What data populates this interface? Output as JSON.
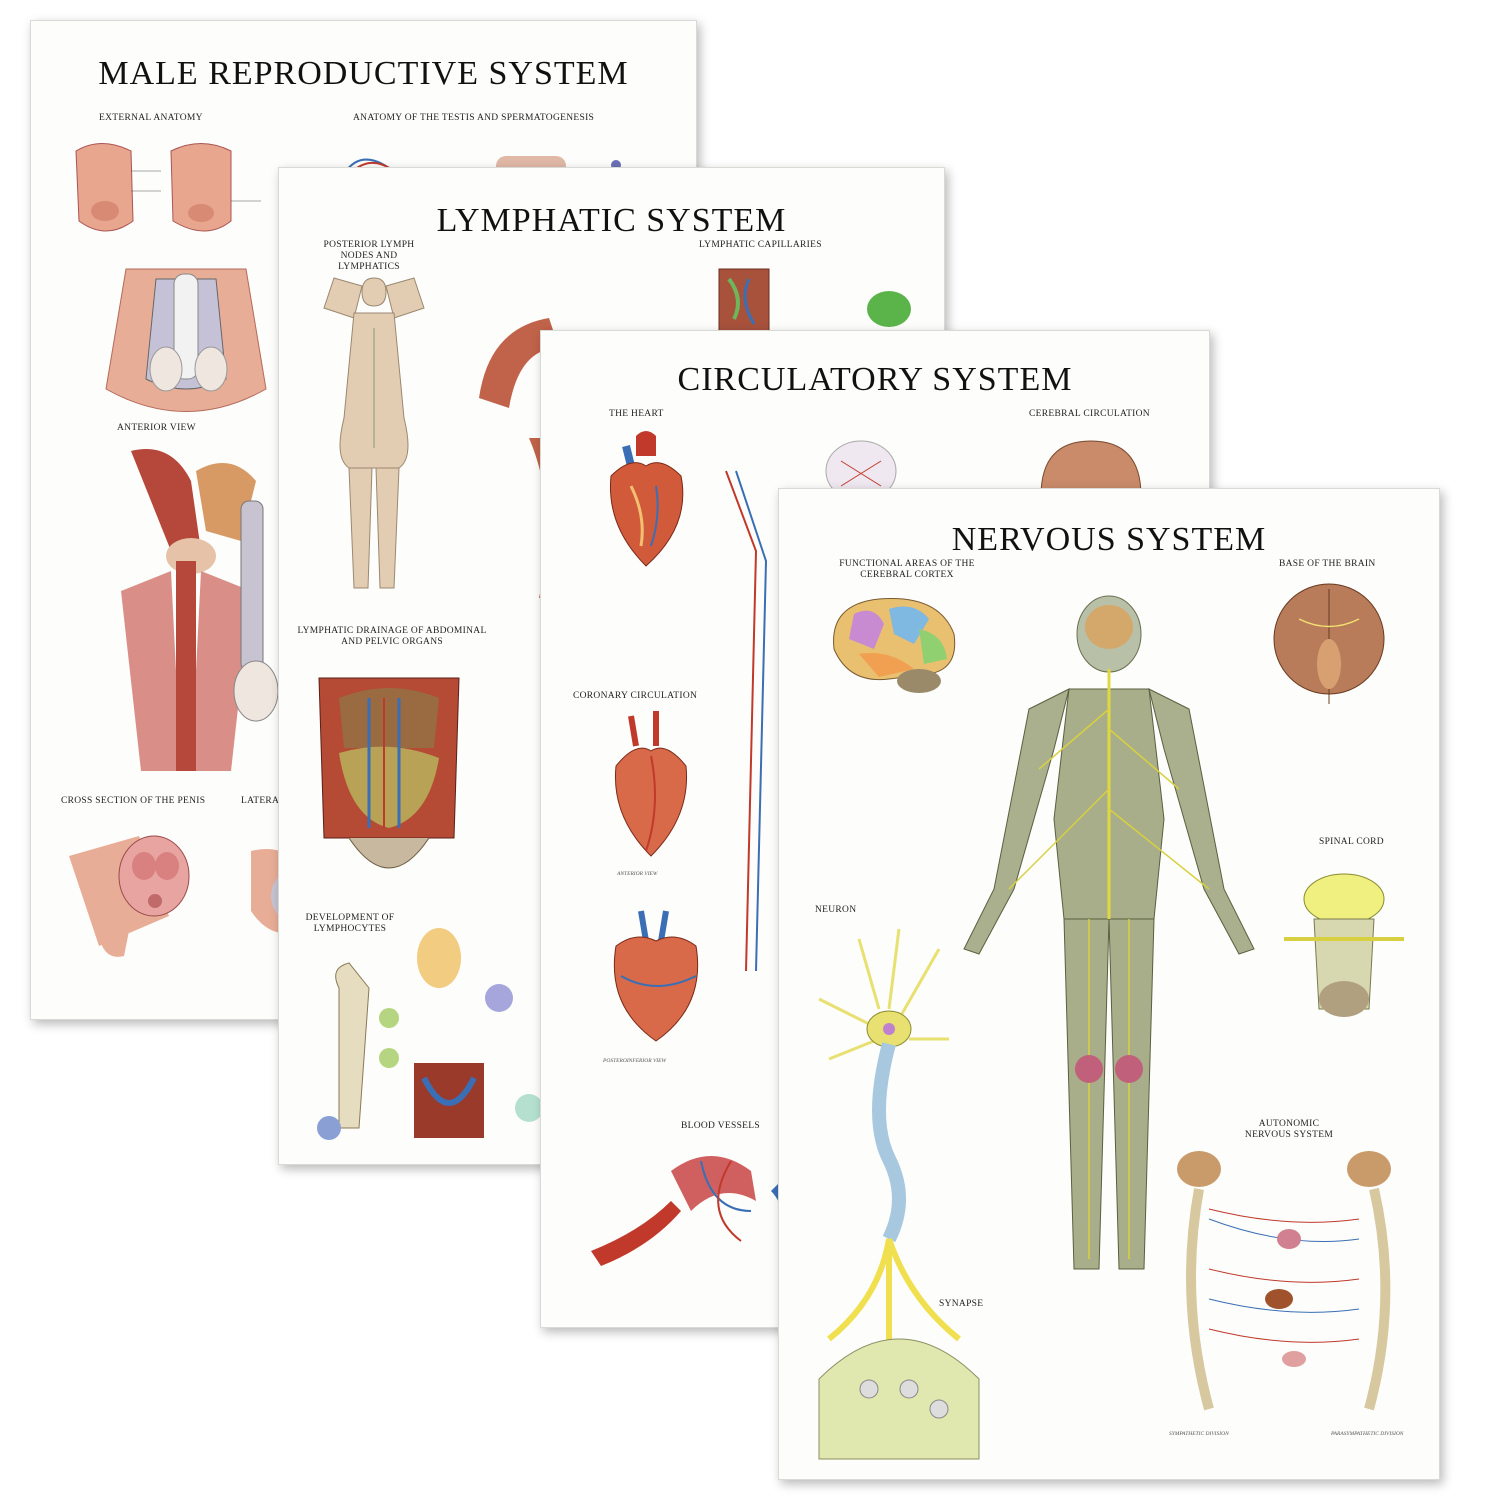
{
  "posters": {
    "male": {
      "title": "MALE REPRODUCTIVE SYSTEM",
      "sections": {
        "external_anatomy": "EXTERNAL ANATOMY",
        "testes": "ANATOMY OF THE TESTIS AND SPERMATOGENESIS",
        "anterior_view": "ANTERIOR VIEW",
        "cross_section": "CROSS SECTION OF THE PENIS",
        "lateral": "LATERA"
      }
    },
    "lymphatic": {
      "title": "LYMPHATIC SYSTEM",
      "sections": {
        "posterior": "POSTERIOR LYMPH NODES AND LYMPHATICS",
        "capillaries": "LYMPHATIC CAPILLARIES",
        "drainage": "LYMPHATIC DRAINAGE OF ABDOMINAL AND PELVIC ORGANS",
        "development": "DEVELOPMENT OF LYMPHOCYTES"
      }
    },
    "circulatory": {
      "title": "CIRCULATORY SYSTEM",
      "sections": {
        "heart": "THE HEART",
        "cerebral": "CEREBRAL CIRCULATION",
        "coronary": "CORONARY CIRCULATION",
        "anterior_view": "ANTERIOR VIEW",
        "posteroinferior": "POSTEROINFERIOR VIEW",
        "blood_vessels": "BLOOD VESSELS"
      }
    },
    "nervous": {
      "title": "NERVOUS SYSTEM",
      "sections": {
        "functional_areas": "FUNCTIONAL AREAS OF THE CEREBRAL CORTEX",
        "base_brain": "BASE OF THE BRAIN",
        "spinal_cord": "SPINAL CORD",
        "neuron": "NEURON",
        "synapse": "SYNAPSE",
        "autonomic": "AUTONOMIC NERVOUS SYSTEM",
        "sympathetic": "SYMPATHETIC DIVISION",
        "parasympathetic": "PARASYMPATHETIC DIVISION"
      }
    }
  },
  "colors": {
    "flesh": "#e6a58c",
    "muscle": "#b5483a",
    "nerve": "#c9c84a",
    "skeleton": "#b8b49a",
    "vessel_red": "#c0392b",
    "vessel_blue": "#3a6fb5",
    "brain": "#c98b6a"
  }
}
